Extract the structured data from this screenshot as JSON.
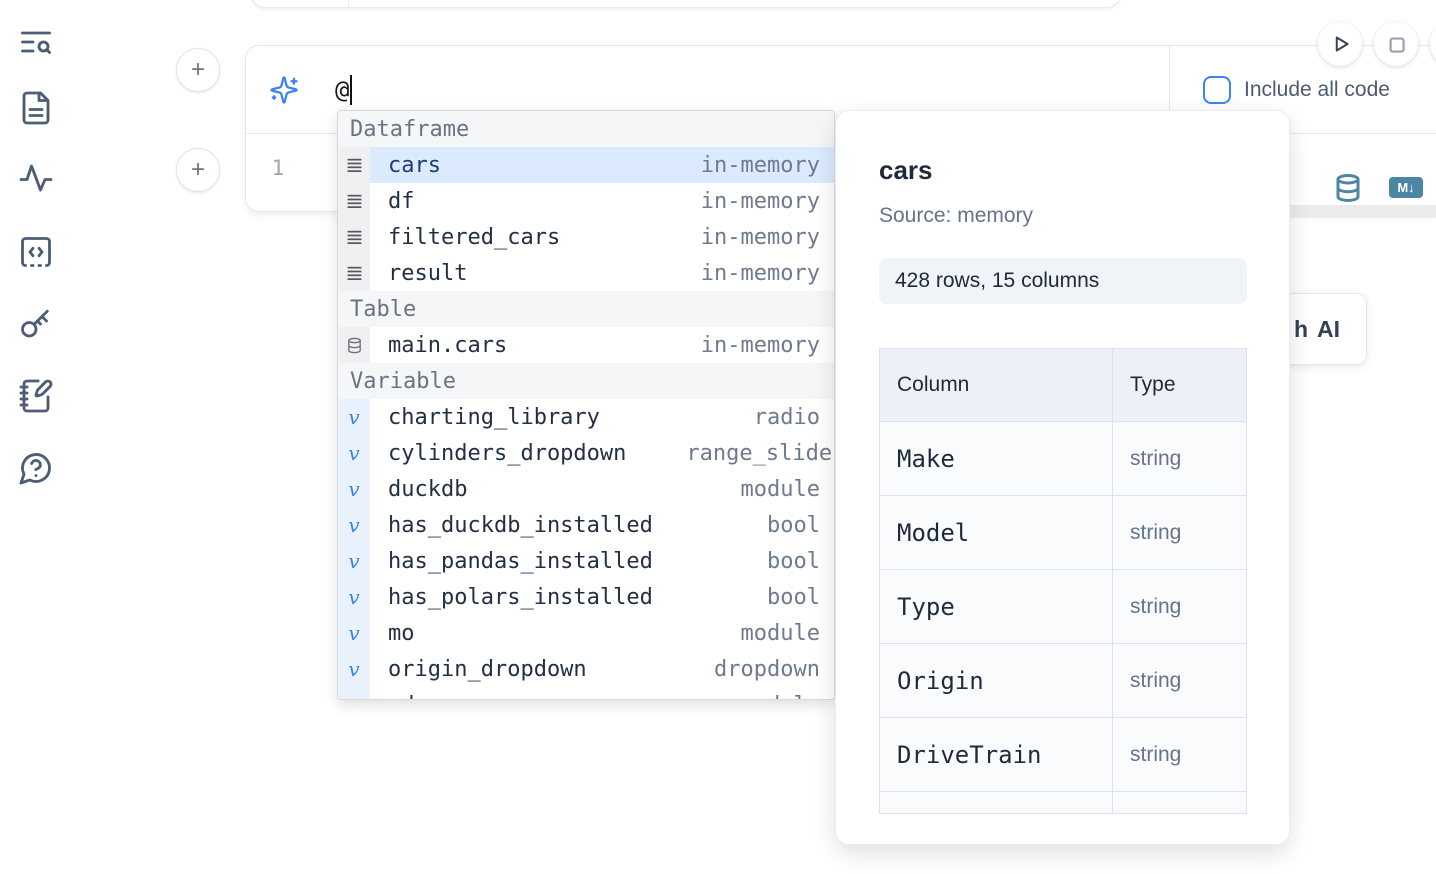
{
  "colors": {
    "accent": "#3b82f6",
    "steel_blue": "#4d86a5",
    "selected_bg": "#dbeafe"
  },
  "sidebar": {
    "icons": [
      "text-search-icon",
      "file-text-icon",
      "activity-icon",
      "code-snippets-icon",
      "key-icon",
      "notebook-pen-icon",
      "help-chat-icon"
    ]
  },
  "ui": {
    "add_cell_label": "+"
  },
  "cell": {
    "ai_input": {
      "value": "@"
    },
    "include_all_code_label": "Include all code",
    "line_number": "1",
    "markdown_badge": "M↓"
  },
  "run_controls": {
    "icons": [
      "play-icon",
      "stop-icon"
    ]
  },
  "autocomplete": {
    "sections": [
      {
        "label": "Dataframe",
        "kind": "dataframe",
        "items": [
          {
            "name": "cars",
            "type": "in-memory",
            "selected": true
          },
          {
            "name": "df",
            "type": "in-memory"
          },
          {
            "name": "filtered_cars",
            "type": "in-memory"
          },
          {
            "name": "result",
            "type": "in-memory"
          }
        ]
      },
      {
        "label": "Table",
        "kind": "table",
        "items": [
          {
            "name": "main.cars",
            "type": "in-memory"
          }
        ]
      },
      {
        "label": "Variable",
        "kind": "variable",
        "items": [
          {
            "name": "charting_library",
            "type": "radio"
          },
          {
            "name": "cylinders_dropdown",
            "type": "range_slider"
          },
          {
            "name": "duckdb",
            "type": "module"
          },
          {
            "name": "has_duckdb_installed",
            "type": "bool"
          },
          {
            "name": "has_pandas_installed",
            "type": "bool"
          },
          {
            "name": "has_polars_installed",
            "type": "bool"
          },
          {
            "name": "mo",
            "type": "module"
          },
          {
            "name": "origin_dropdown",
            "type": "dropdown"
          },
          {
            "name": "pd",
            "type": "module",
            "clipped": true
          }
        ]
      }
    ]
  },
  "ai_button": {
    "clipped_prefix": "h",
    "label": "AI"
  },
  "preview": {
    "title": "cars",
    "source": "Source: memory",
    "shape": "428 rows, 15 columns",
    "table": {
      "headers": [
        "Column",
        "Type"
      ],
      "rows": [
        [
          "Make",
          "string"
        ],
        [
          "Model",
          "string"
        ],
        [
          "Type",
          "string"
        ],
        [
          "Origin",
          "string"
        ],
        [
          "DriveTrain",
          "string"
        ],
        [
          "",
          ""
        ]
      ]
    }
  }
}
